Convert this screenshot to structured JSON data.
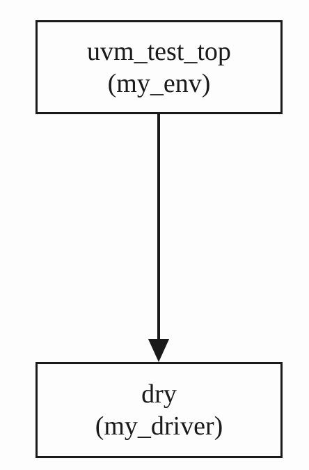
{
  "diagram": {
    "nodes": [
      {
        "name": "uvm_test_top",
        "type": "(my_env)"
      },
      {
        "name": "dry",
        "type": "(my_driver)"
      }
    ],
    "edges": [
      {
        "from": "uvm_test_top",
        "to": "dry"
      }
    ]
  }
}
